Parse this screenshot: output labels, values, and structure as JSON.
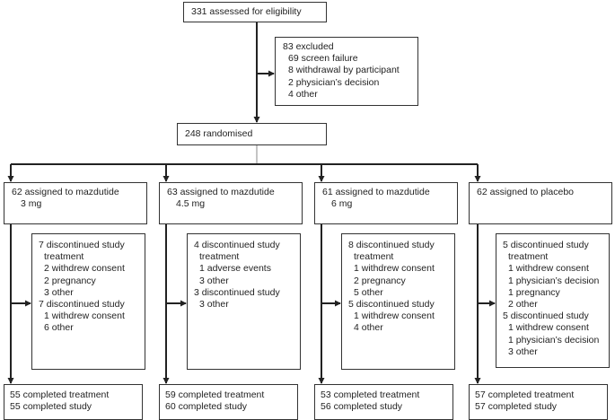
{
  "screening": {
    "text": "331 assessed for eligibility"
  },
  "excluded": {
    "title": "83 excluded",
    "items": [
      "69 screen failure",
      "8 withdrawal by participant",
      "2 physician’s decision",
      "4 other"
    ]
  },
  "randomised": {
    "text": "248 randomised"
  },
  "arms": [
    {
      "assigned": [
        "62 assigned to mazdutide",
        "3 mg"
      ],
      "discontinued": [
        {
          "text": "7 discontinued study",
          "level": 0
        },
        {
          "text": "treatment",
          "level": 1
        },
        {
          "text": "2 withdrew consent",
          "level": 1
        },
        {
          "text": "2 pregnancy",
          "level": 1
        },
        {
          "text": "3 other",
          "level": 1
        },
        {
          "text": "7 discontinued study",
          "level": 0
        },
        {
          "text": "1 withdrew  consent",
          "level": 1
        },
        {
          "text": "6 other",
          "level": 1
        }
      ],
      "completed": [
        "55 completed treatment",
        "55 completed study"
      ]
    },
    {
      "assigned": [
        "63 assigned to mazdutide",
        "4.5 mg"
      ],
      "discontinued": [
        {
          "text": "4 discontinued study",
          "level": 0
        },
        {
          "text": "treatment",
          "level": 1
        },
        {
          "text": "1 adverse events",
          "level": 1
        },
        {
          "text": "3 other",
          "level": 1
        },
        {
          "text": "3 discontinued study",
          "level": 0
        },
        {
          "text": "3 other",
          "level": 1
        }
      ],
      "completed": [
        "59 completed treatment",
        "60 completed study"
      ]
    },
    {
      "assigned": [
        "61 assigned to mazdutide",
        "6 mg"
      ],
      "discontinued": [
        {
          "text": "8 discontinued study",
          "level": 0
        },
        {
          "text": "treatment",
          "level": 1
        },
        {
          "text": "1 withdrew consent",
          "level": 1
        },
        {
          "text": "2 pregnancy",
          "level": 1
        },
        {
          "text": "5 other",
          "level": 1
        },
        {
          "text": "5 discontinued study",
          "level": 0
        },
        {
          "text": "1 withdrew  consent",
          "level": 1
        },
        {
          "text": "4 other",
          "level": 1
        }
      ],
      "completed": [
        "53 completed treatment",
        "56 completed study"
      ]
    },
    {
      "assigned": [
        "62 assigned to placebo"
      ],
      "discontinued": [
        {
          "text": "5 discontinued study",
          "level": 0
        },
        {
          "text": "treatment",
          "level": 1
        },
        {
          "text": "1 withdrew consent",
          "level": 1
        },
        {
          "text": "1 physician’s decision",
          "level": 1
        },
        {
          "text": "1 pregnancy",
          "level": 1
        },
        {
          "text": "2 other",
          "level": 1
        },
        {
          "text": "5 discontinued study",
          "level": 0
        },
        {
          "text": "1 withdrew  consent",
          "level": 1
        },
        {
          "text": "1 physician’s decision",
          "level": 1
        },
        {
          "text": "3 other",
          "level": 1
        }
      ],
      "completed": [
        "57 completed treatment",
        "57 completed study"
      ]
    }
  ]
}
